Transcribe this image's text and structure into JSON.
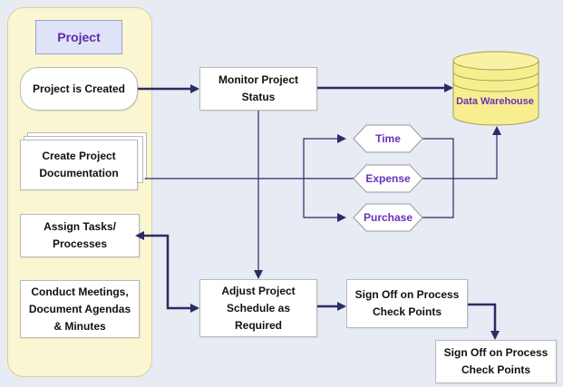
{
  "panel": {
    "title": "Project",
    "items": [
      "Project is Created",
      "Create Project Documentation",
      "Assign Tasks/ Processes",
      "Conduct Meetings, Document Agendas & Minutes"
    ]
  },
  "nodes": {
    "monitor": "Monitor Project Status",
    "warehouse": "Data Warehouse",
    "time": "Time",
    "expense": "Expense",
    "purchase": "Purchase",
    "adjust": "Adjust Project Schedule as Required",
    "signoff1": "Sign Off on Process Check Points",
    "signoff2": "Sign Off on Process Check Points"
  },
  "colors": {
    "panel_bg": "#fbf6d2",
    "title_bg": "#dfe3f8",
    "label_purple": "#6a31b8",
    "arrow": "#2e2a66",
    "cylinder": "#f7ee8f"
  }
}
